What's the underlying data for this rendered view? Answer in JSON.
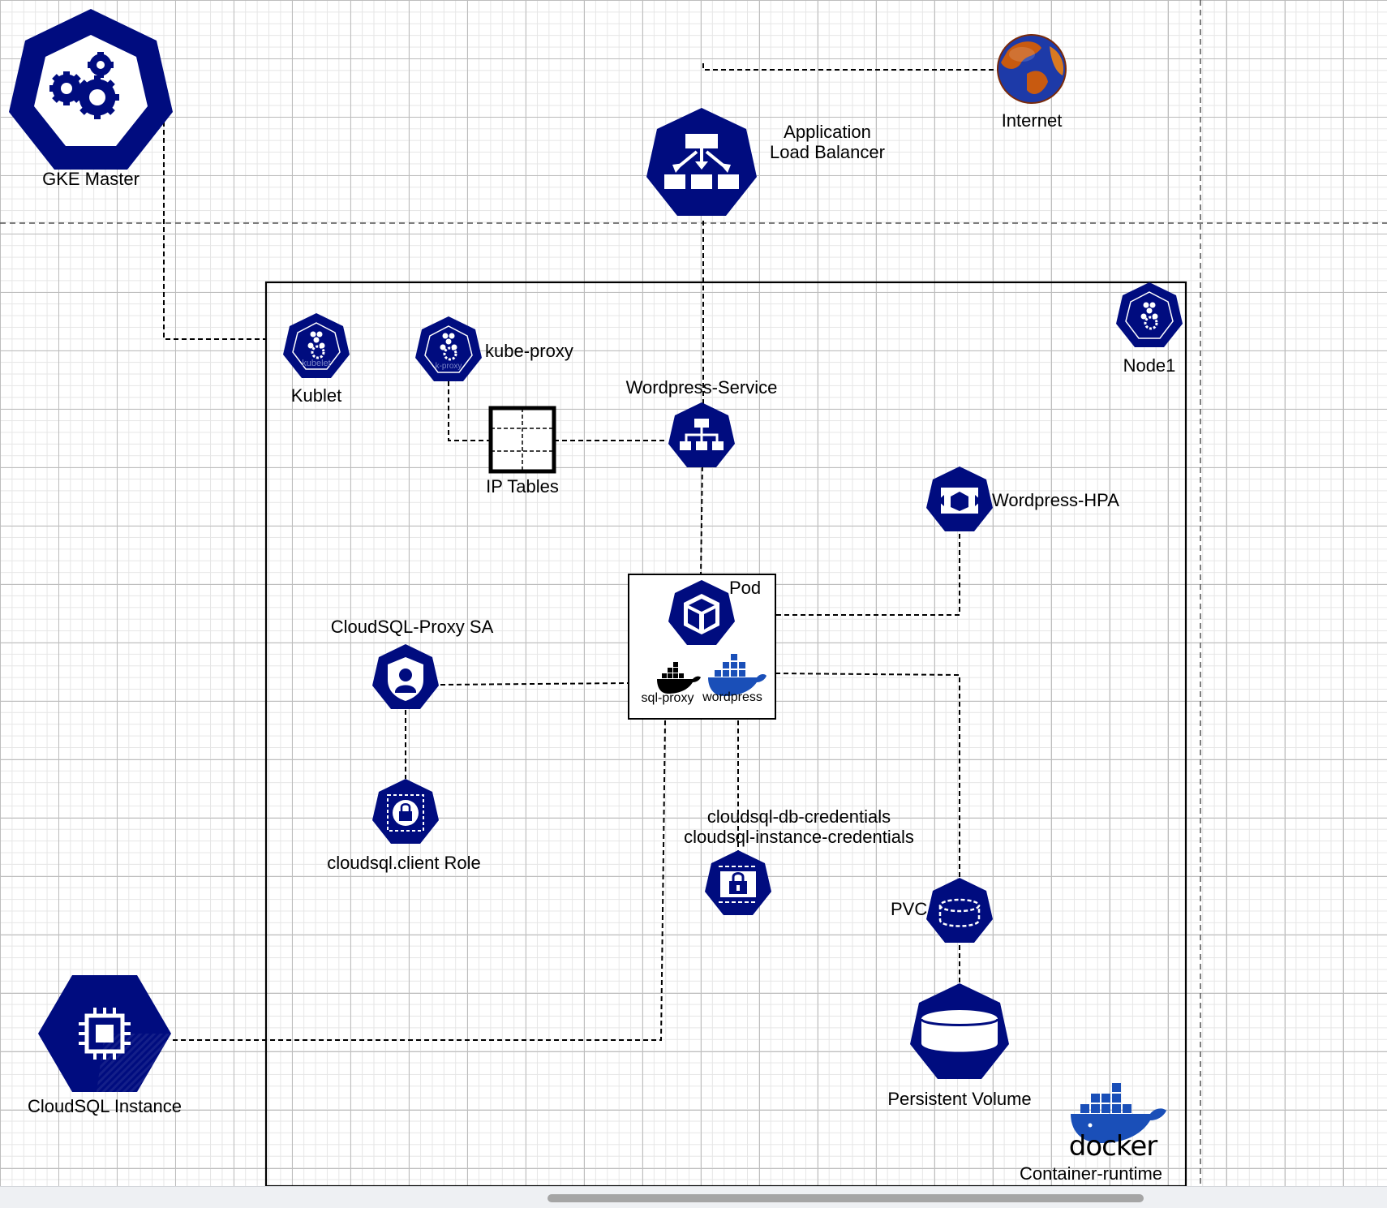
{
  "nodes": {
    "gke_master": "GKE Master",
    "internet": "Internet",
    "alb": "Application\nLoad Balancer",
    "kubelet": "Kublet",
    "kubelet_badge": "kubelet",
    "kube_proxy": "kube-proxy",
    "kube_proxy_badge": "k-proxy",
    "node1": "Node1",
    "wordpress_service": "Wordpress-Service",
    "ip_tables": "IP Tables",
    "wordpress_hpa": "Wordpress-HPA",
    "pod": "Pod",
    "sql_proxy": "sql-proxy",
    "wordpress": "wordpress",
    "cloudsql_proxy_sa": "CloudSQL-Proxy SA",
    "cloudsql_client_role": "cloudsql.client Role",
    "secrets": "cloudsql-db-credentials\ncloudsql-instance-credentials",
    "pvc": "PVC",
    "persistent_volume": "Persistent Volume",
    "cloudsql_instance": "CloudSQL Instance",
    "docker_logo": "docker",
    "container_runtime": "Container-runtime"
  },
  "colors": {
    "icon_fill": "#000c7f",
    "line": "#000000",
    "globe_ocean": "#1d3aa8",
    "globe_land": "#c85a10"
  },
  "icons": [
    "gears-icon",
    "globe-icon",
    "load-balancer-icon",
    "kubelet-icon",
    "kube-proxy-icon",
    "node-icon",
    "service-icon",
    "ip-tables-icon",
    "hpa-icon",
    "pod-cube-icon",
    "docker-whale-icon",
    "service-account-icon",
    "role-lock-icon",
    "secret-icon",
    "pvc-icon",
    "persistent-volume-icon",
    "cpu-chip-icon"
  ]
}
